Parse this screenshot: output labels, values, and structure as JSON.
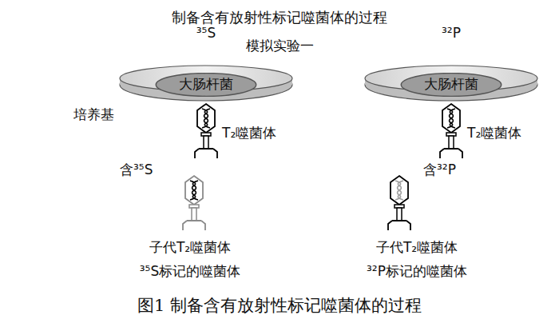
{
  "diagram": {
    "title": "制备含有放射性标记噬菌体的过程",
    "caption": "图1 制备含有放射性标记噬菌体的过程",
    "nodes": [
      {
        "text": [
          "大肠杆菌"
        ]
      },
      {
        "text": [
          "大肠杆菌"
        ]
      }
    ],
    "labels": [
      "模拟实验一",
      "³⁵S",
      "³²P",
      "培养基",
      "T₂噬菌体",
      "T₂噬菌体",
      "含³⁵S",
      "含³²P",
      "子代T₂噬菌体",
      "³⁵S标记的噬菌体",
      "子代T₂噬菌体",
      "³²P标记的噬菌体"
    ]
  }
}
